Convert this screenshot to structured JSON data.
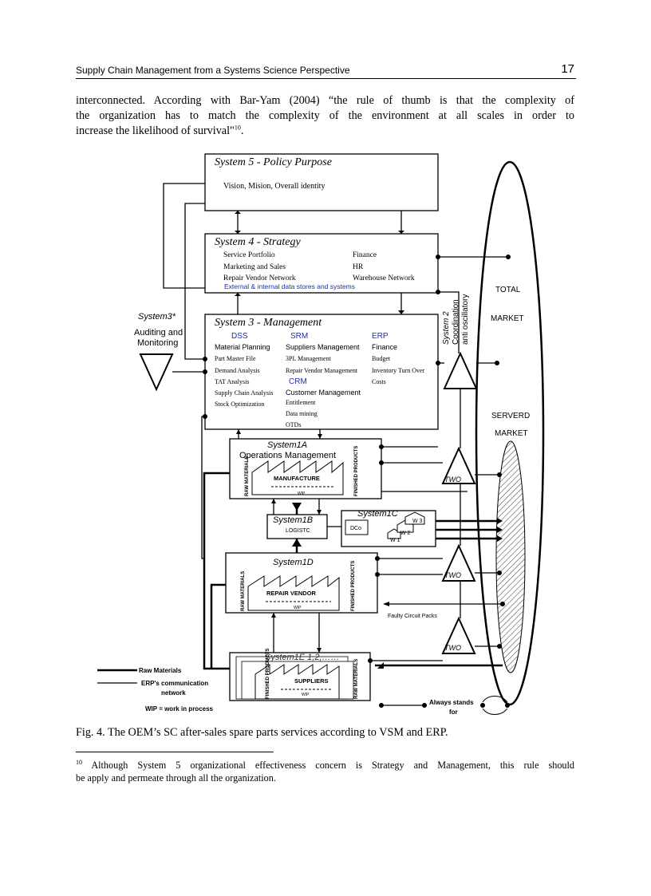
{
  "header": {
    "title": "Supply Chain Management from a Systems Science Perspective",
    "page_number": "17"
  },
  "intro": {
    "line1": "interconnected. According with Bar-Yam (2004) “the rule of thumb is that the complexity of",
    "line2": "the organization has to match the complexity of the environment at all scales in order to",
    "line3": "increase the likelihood of survival\"",
    "ref": "10",
    "end": "."
  },
  "diagram": {
    "s5": {
      "title": "System 5 - Policy Purpose",
      "text": "Vision, Mision, Overall identity"
    },
    "s4": {
      "title": "System 4 - Strategy",
      "left": [
        "Service Portfolio",
        "Marketing and Sales",
        "Repair Vendor Network"
      ],
      "right": [
        "Finance",
        "HR",
        "Warehouse Network"
      ],
      "data": "External & internal data stores and systems"
    },
    "s3": {
      "title": "System 3 - Management",
      "dss": "DSS",
      "srm": "SRM",
      "erp": "ERP",
      "crm": "CRM",
      "col1": [
        "Material Planning",
        "Part Master File",
        "Demand Analysis",
        "TAT Analysis",
        "Supply Chain Analysis",
        "Stock Optimization"
      ],
      "col2a": [
        "Suppliers Management",
        "3PL Management",
        "Repair Vendor Management"
      ],
      "col2b": [
        "Customer Management",
        "Entitlement",
        "Data mining",
        "OTDs"
      ],
      "col3": [
        "Finance",
        "Budget",
        "Inventory Turn Over",
        "Costs"
      ]
    },
    "s3star": {
      "title": "System3*",
      "l1": "Auditing and",
      "l2": "Monitoring"
    },
    "s2": {
      "l1": "System 2",
      "l2": "Coordination",
      "l3": "anti oscillatory"
    },
    "s1a": {
      "title": "System1A",
      "sub": "Operations Management",
      "raw": "RAW MATERIALS",
      "center": "MANUFACTURE",
      "wip": "WIP",
      "fin": "FINISHED PRODUCTS"
    },
    "s1b": {
      "title": "System1B",
      "sub": "LOGISTC"
    },
    "s1c": {
      "title": "System1C",
      "dco": "DCo",
      "w3": "W 3",
      "w2": "W 2",
      "w1": "W 1"
    },
    "s1d": {
      "title": "System1D",
      "raw": "RAW MATERIALS",
      "center": "REPAIR VENDOR",
      "wip": "WIP",
      "fin": "FINISHED PRODUCTS",
      "faulty": "Faulty Circuit Packs"
    },
    "s1e": {
      "title": "System1E 1,2,……",
      "fin": "FINISHED PRODUCTS",
      "center": "SUPPLIERS",
      "wip": "WIP",
      "raw": "RAW MATERIALS"
    },
    "two": "TWO",
    "market": {
      "total1": "TOTAL",
      "total2": "MARKET",
      "served1": "SERVERD",
      "served2": "MARKET"
    },
    "legend": {
      "raw": "Raw Materials",
      "erp1": "ERP's communication",
      "erp2": "network",
      "wip": "WIP = work in process",
      "always1": "Always stands",
      "always2": "for"
    }
  },
  "caption": "Fig. 4. The OEM’s SC after-sales spare parts services according to VSM and ERP.",
  "footnote": {
    "mark": "10",
    "line1": " Although System 5 organizational effectiveness concern is Strategy and Management, this rule should",
    "line2": "be apply and permeate through all the organization."
  }
}
